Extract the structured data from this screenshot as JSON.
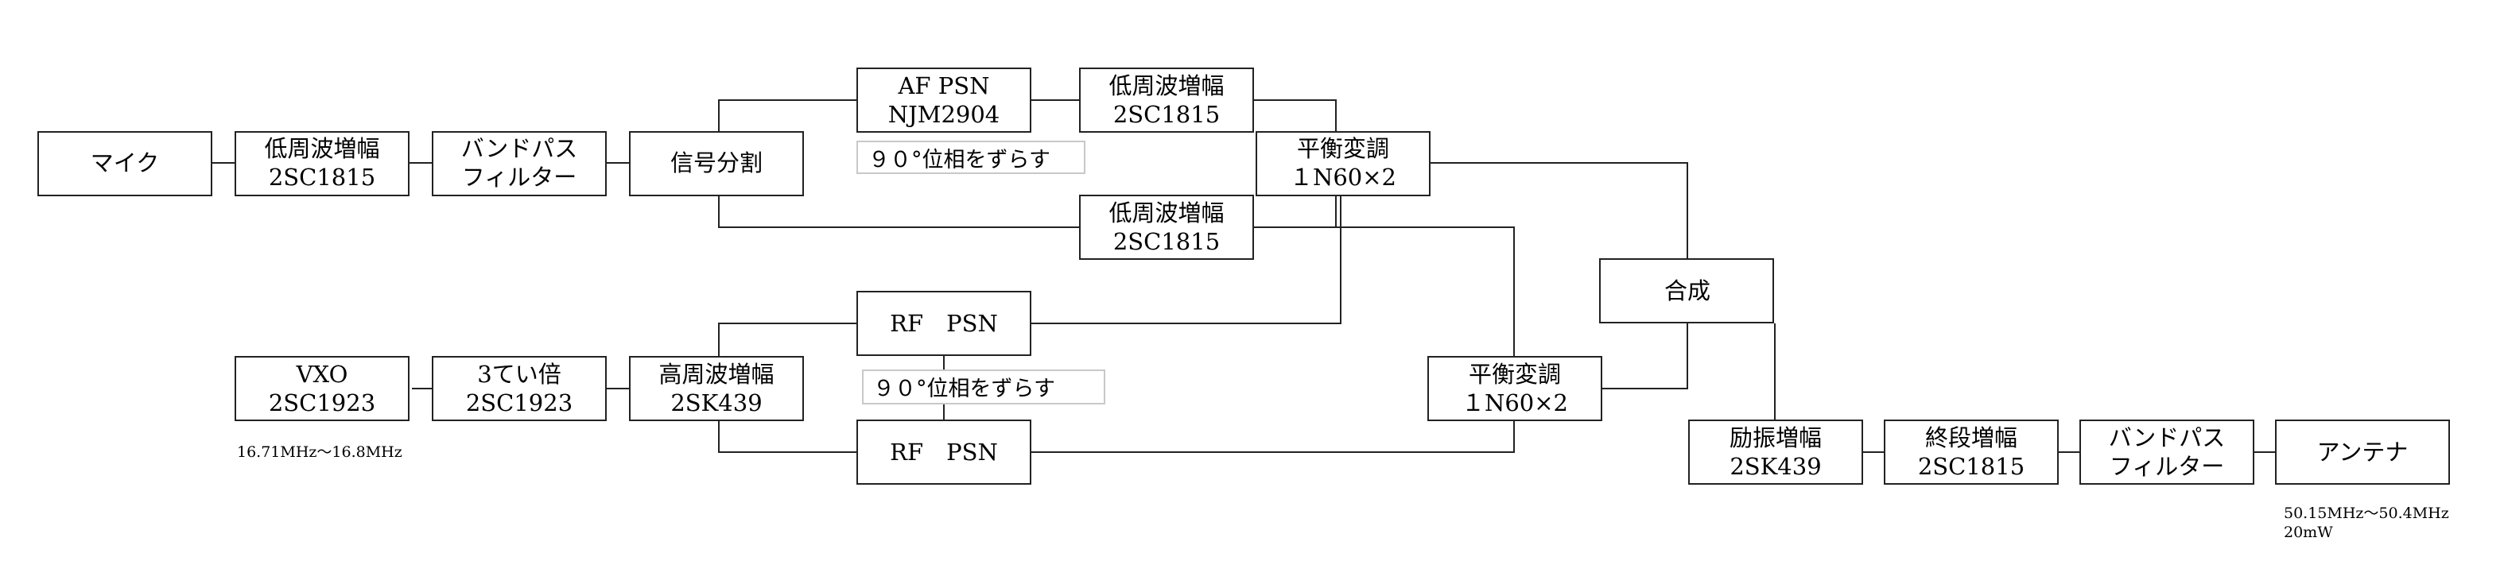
{
  "blocks": {
    "mic": [
      "マイク"
    ],
    "af_amp1": [
      "低周波増幅",
      "2SC1815"
    ],
    "bpf_in": [
      "バンドパス",
      "フィルター"
    ],
    "splitter": [
      "信号分割"
    ],
    "af_psn": [
      "AF PSN",
      "NJM2904"
    ],
    "af_amp_top": [
      "低周波増幅",
      "2SC1815"
    ],
    "af_amp_bottom": [
      "低周波増幅",
      "2SC1815"
    ],
    "bal_mod_top": [
      "平衡変調",
      "１N60×2"
    ],
    "bal_mod_bottom": [
      "平衡変調",
      "１N60×2"
    ],
    "combiner": [
      "合成"
    ],
    "vxo": [
      "VXO",
      "2SC1923"
    ],
    "tripler": [
      "3てい倍",
      "2SC1923"
    ],
    "rf_amp": [
      "高周波増幅",
      "2SK439"
    ],
    "rf_psn_top": [
      "RF　PSN"
    ],
    "rf_psn_bottom": [
      "RF　PSN"
    ],
    "driver": [
      "励振増幅",
      "2SK439"
    ],
    "final_amp": [
      "終段増幅",
      "2SC1815"
    ],
    "bpf_out": [
      "バンドパス",
      "フィルター"
    ],
    "antenna": [
      "アンテナ"
    ]
  },
  "notes": {
    "af_phase_shift": "９０°位相をずらす",
    "rf_phase_shift": "９０°位相をずらす",
    "vxo_freq": "16.71MHz～16.8MHz",
    "output_freq": "50.15MHz～50.4MHz",
    "output_power": "20mW"
  }
}
